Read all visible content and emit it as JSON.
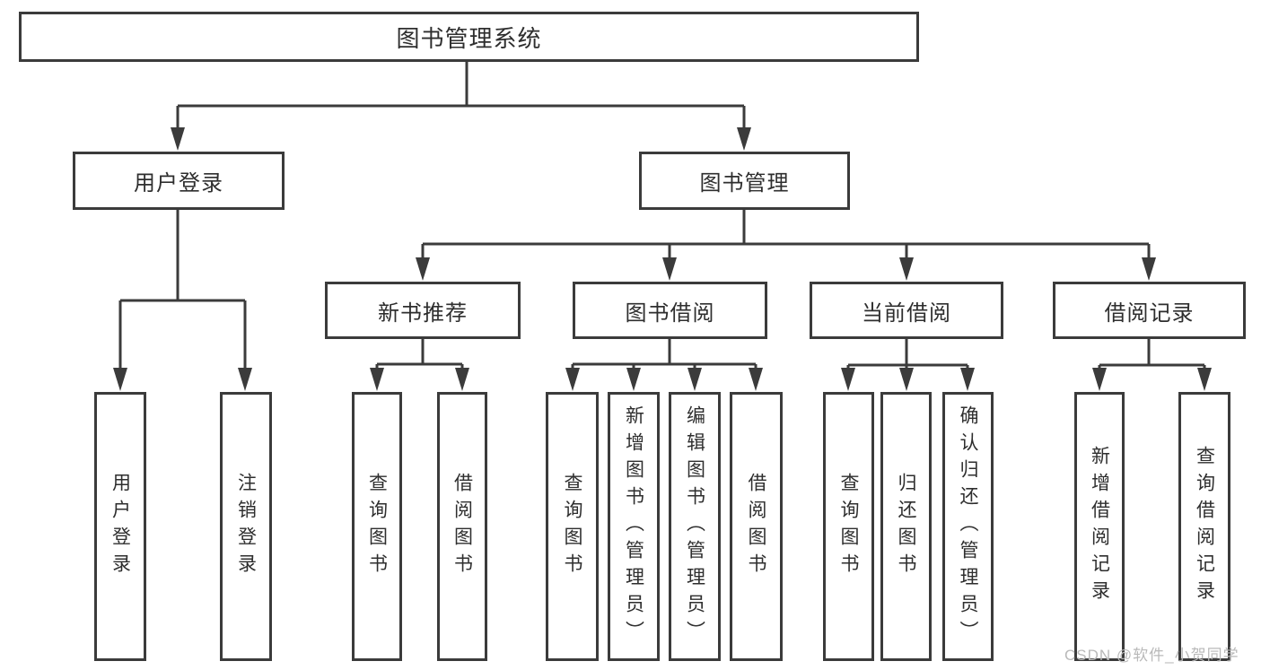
{
  "diagram_type": "hierarchy",
  "tree": {
    "root": {
      "label": "图书管理系统",
      "children": [
        {
          "label": "用户登录",
          "children": [
            {
              "label": "用户登录"
            },
            {
              "label": "注销登录"
            }
          ]
        },
        {
          "label": "图书管理",
          "children": [
            {
              "label": "新书推荐",
              "children": [
                {
                  "label": "查询图书"
                },
                {
                  "label": "借阅图书"
                }
              ]
            },
            {
              "label": "图书借阅",
              "children": [
                {
                  "label": "查询图书"
                },
                {
                  "label": "新增图书（管理员）"
                },
                {
                  "label": "编辑图书（管理员）"
                },
                {
                  "label": "借阅图书"
                }
              ]
            },
            {
              "label": "当前借阅",
              "children": [
                {
                  "label": "查询图书"
                },
                {
                  "label": "归还图书"
                },
                {
                  "label": "确认归还（管理员）"
                }
              ]
            },
            {
              "label": "借阅记录",
              "children": [
                {
                  "label": "新增借阅记录"
                },
                {
                  "label": "查询借阅记录"
                }
              ]
            }
          ]
        }
      ]
    }
  },
  "watermark": {
    "text": "CSDN @软件_小贺同学"
  },
  "colors": {
    "line": "#3b3b3b",
    "text": "#2e2e2e",
    "background": "#ffffff",
    "watermark": "#b9b9b9"
  }
}
